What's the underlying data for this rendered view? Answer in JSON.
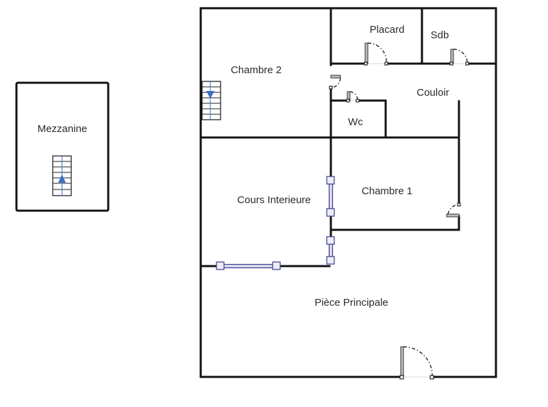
{
  "plan": {
    "rooms": [
      {
        "id": "mezzanine",
        "label": "Mezzanine"
      },
      {
        "id": "chambre2",
        "label": "Chambre 2"
      },
      {
        "id": "placard",
        "label": "Placard"
      },
      {
        "id": "sdb",
        "label": "Sdb"
      },
      {
        "id": "couloir",
        "label": "Couloir"
      },
      {
        "id": "wc",
        "label": "Wc"
      },
      {
        "id": "chambre1",
        "label": "Chambre 1"
      },
      {
        "id": "cours",
        "label": "Cours Interieure"
      },
      {
        "id": "piece",
        "label": "Pièce Principale"
      }
    ],
    "stairs": [
      {
        "id": "stairs-mezzanine",
        "direction": "up"
      },
      {
        "id": "stairs-chambre2",
        "direction": "down"
      }
    ],
    "colors": {
      "wall": "#111111",
      "window": "#3a3a8a",
      "stair_arrow": "#3a6fc4",
      "text": "#2a2a2a"
    }
  }
}
